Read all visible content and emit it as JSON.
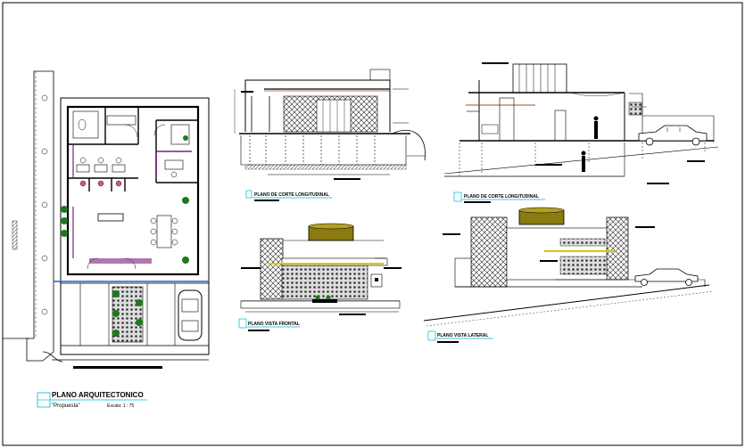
{
  "plan": {
    "title": "PLANO ARQUITECTONICO",
    "subtitle": "\"Propuesta\"",
    "scale": "Escala: 1 : 75"
  },
  "views": {
    "longitudinal_section": "PLANO DE CORTE LONGITUDINAL",
    "transversal_section": "PLANO DE CORTE LONGITUDINAL",
    "front_elevation": "PLANO VISTA FRONTAL",
    "side_elevation": "PLANO VISTA LATERAL"
  },
  "colors": {
    "linework": "#000000",
    "cyan_label": "#00b4d8",
    "ochre_tank": "#8a7a10",
    "yellow_slab": "#d8c800",
    "blue_boundary": "#1f5fd6",
    "purple_walls": "#7a1f7a",
    "green_plants": "#1c7a1c",
    "brown_detail": "#a0522d"
  },
  "icons": [
    "car-icon",
    "person-icon",
    "plant-icon",
    "north-arrow-icon"
  ]
}
